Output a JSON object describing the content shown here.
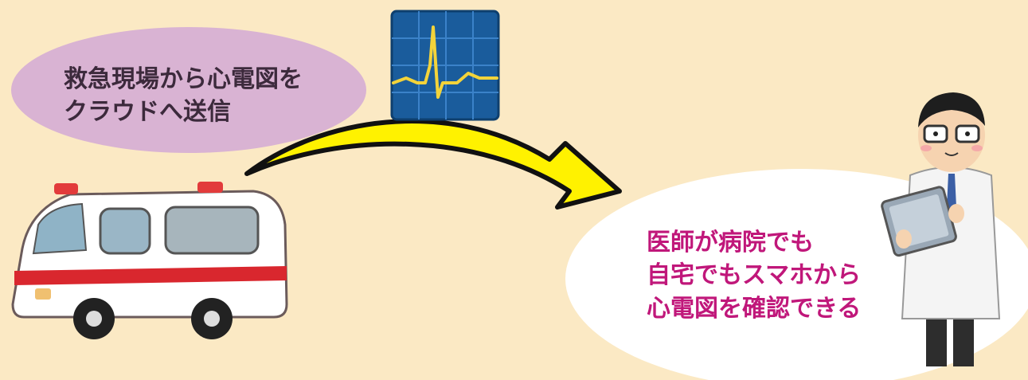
{
  "colors": {
    "background": "#fbe9c4",
    "left_bubble": "#d9b3d3",
    "left_text": "#3c2a3c",
    "right_bubble": "#ffffff",
    "right_text": "#c0177a",
    "arrow_fill": "#fff200",
    "arrow_stroke": "#111111",
    "monitor_bg": "#1a5c9c",
    "ecg_line": "#f3d33a"
  },
  "left_bubble": {
    "lines": [
      "救急現場から心電図を",
      "クラウドへ送信"
    ]
  },
  "right_bubble": {
    "lines": [
      "医師が病院でも",
      "自宅でもスマホから",
      "心電図を確認できる"
    ]
  },
  "icons": {
    "ambulance": "ambulance-icon",
    "monitor": "ecg-monitor-icon",
    "arrow": "curved-arrow-icon",
    "doctor": "doctor-icon"
  }
}
